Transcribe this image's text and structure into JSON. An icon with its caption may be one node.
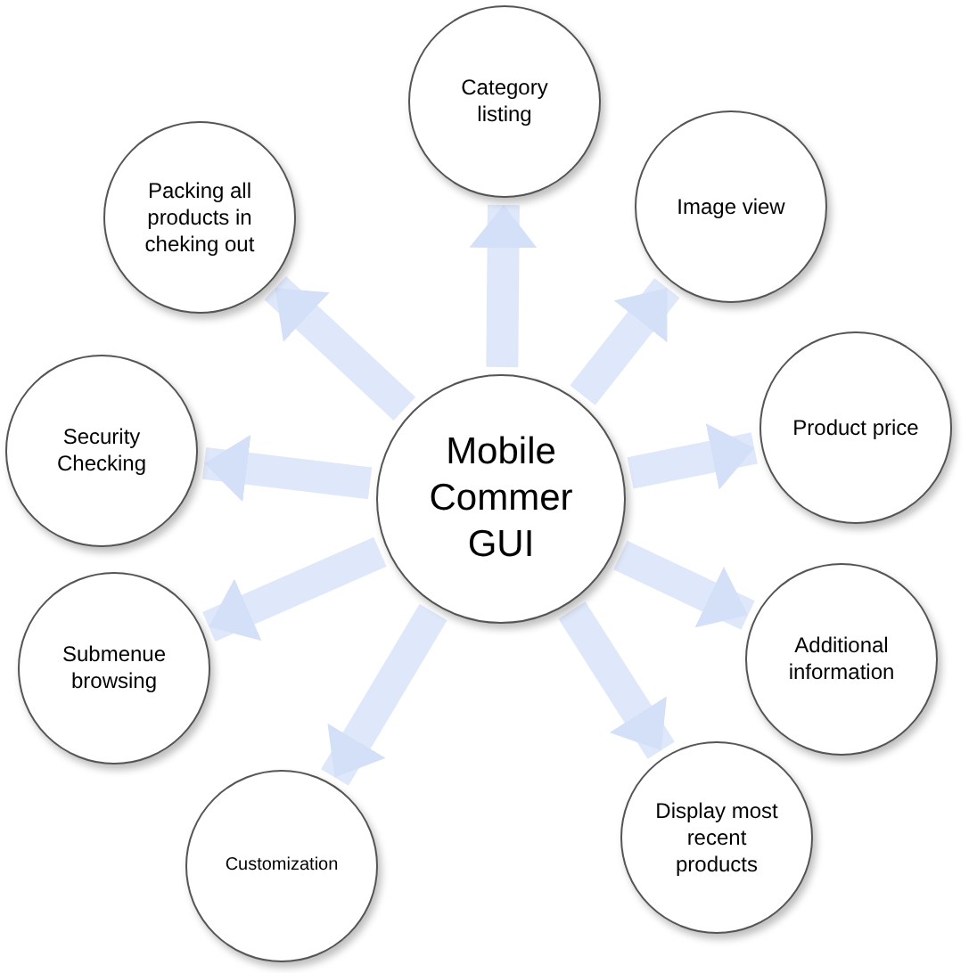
{
  "diagram": {
    "nodes": [
      {
        "text": [
          "Mobile Commer GUI"
        ]
      },
      {
        "text": [
          "Category listing"
        ]
      },
      {
        "text": [
          "Image view"
        ]
      },
      {
        "text": [
          "Product price"
        ]
      },
      {
        "text": [
          "Additional information"
        ]
      },
      {
        "text": [
          "Display most recent products"
        ]
      },
      {
        "text": [
          "Customization"
        ]
      },
      {
        "text": [
          "Submenue browsing"
        ]
      },
      {
        "text": [
          "Security Checking"
        ]
      },
      {
        "text": [
          "Packing all products in cheking out"
        ]
      }
    ],
    "edges": [
      {
        "from": 0,
        "to": 1,
        "arrow": "to"
      },
      {
        "from": 0,
        "to": 2,
        "arrow": "to"
      },
      {
        "from": 0,
        "to": 3,
        "arrow": "to"
      },
      {
        "from": 0,
        "to": 4,
        "arrow": "to"
      },
      {
        "from": 0,
        "to": 5,
        "arrow": "to"
      },
      {
        "from": 0,
        "to": 6,
        "arrow": "to"
      },
      {
        "from": 0,
        "to": 7,
        "arrow": "to"
      },
      {
        "from": 0,
        "to": 8,
        "arrow": "to"
      },
      {
        "from": 0,
        "to": 9,
        "arrow": "to"
      }
    ]
  }
}
